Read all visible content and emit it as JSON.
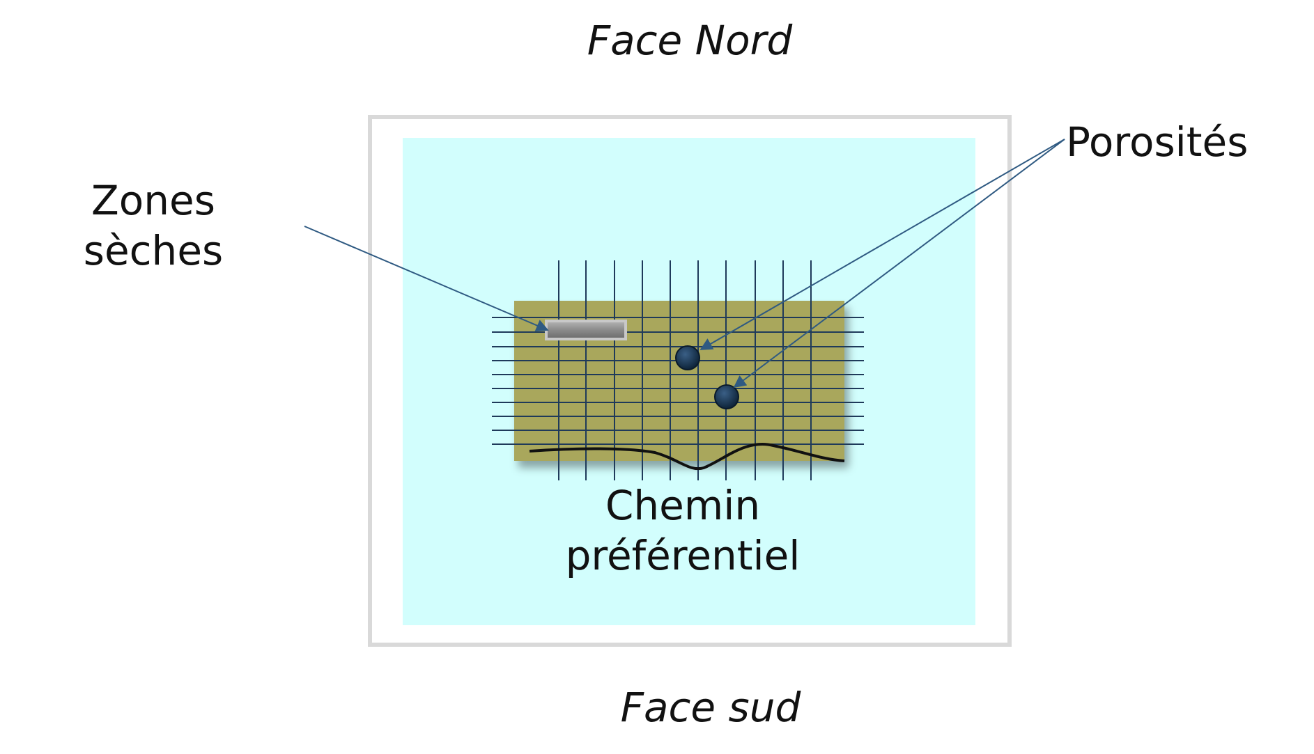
{
  "labels": {
    "north_face": "Face Nord",
    "south_face": "Face sud",
    "dry_zones_line1": "Zones",
    "dry_zones_line2": "sèches",
    "porosities": "Porosités",
    "path_line1": "Chemin",
    "path_line2": "préférentiel"
  },
  "colors": {
    "frame_border": "#d9d9d9",
    "mold_fill": "#d2fefd",
    "composite_fill": "#a9a75b",
    "fiber_lines": "#1f3a5a",
    "arrow_lines": "#2f4f6f",
    "pore_fill": "#0d2a44",
    "dry_zone_fill": "#8c8c8c",
    "path_curve": "#111111"
  }
}
